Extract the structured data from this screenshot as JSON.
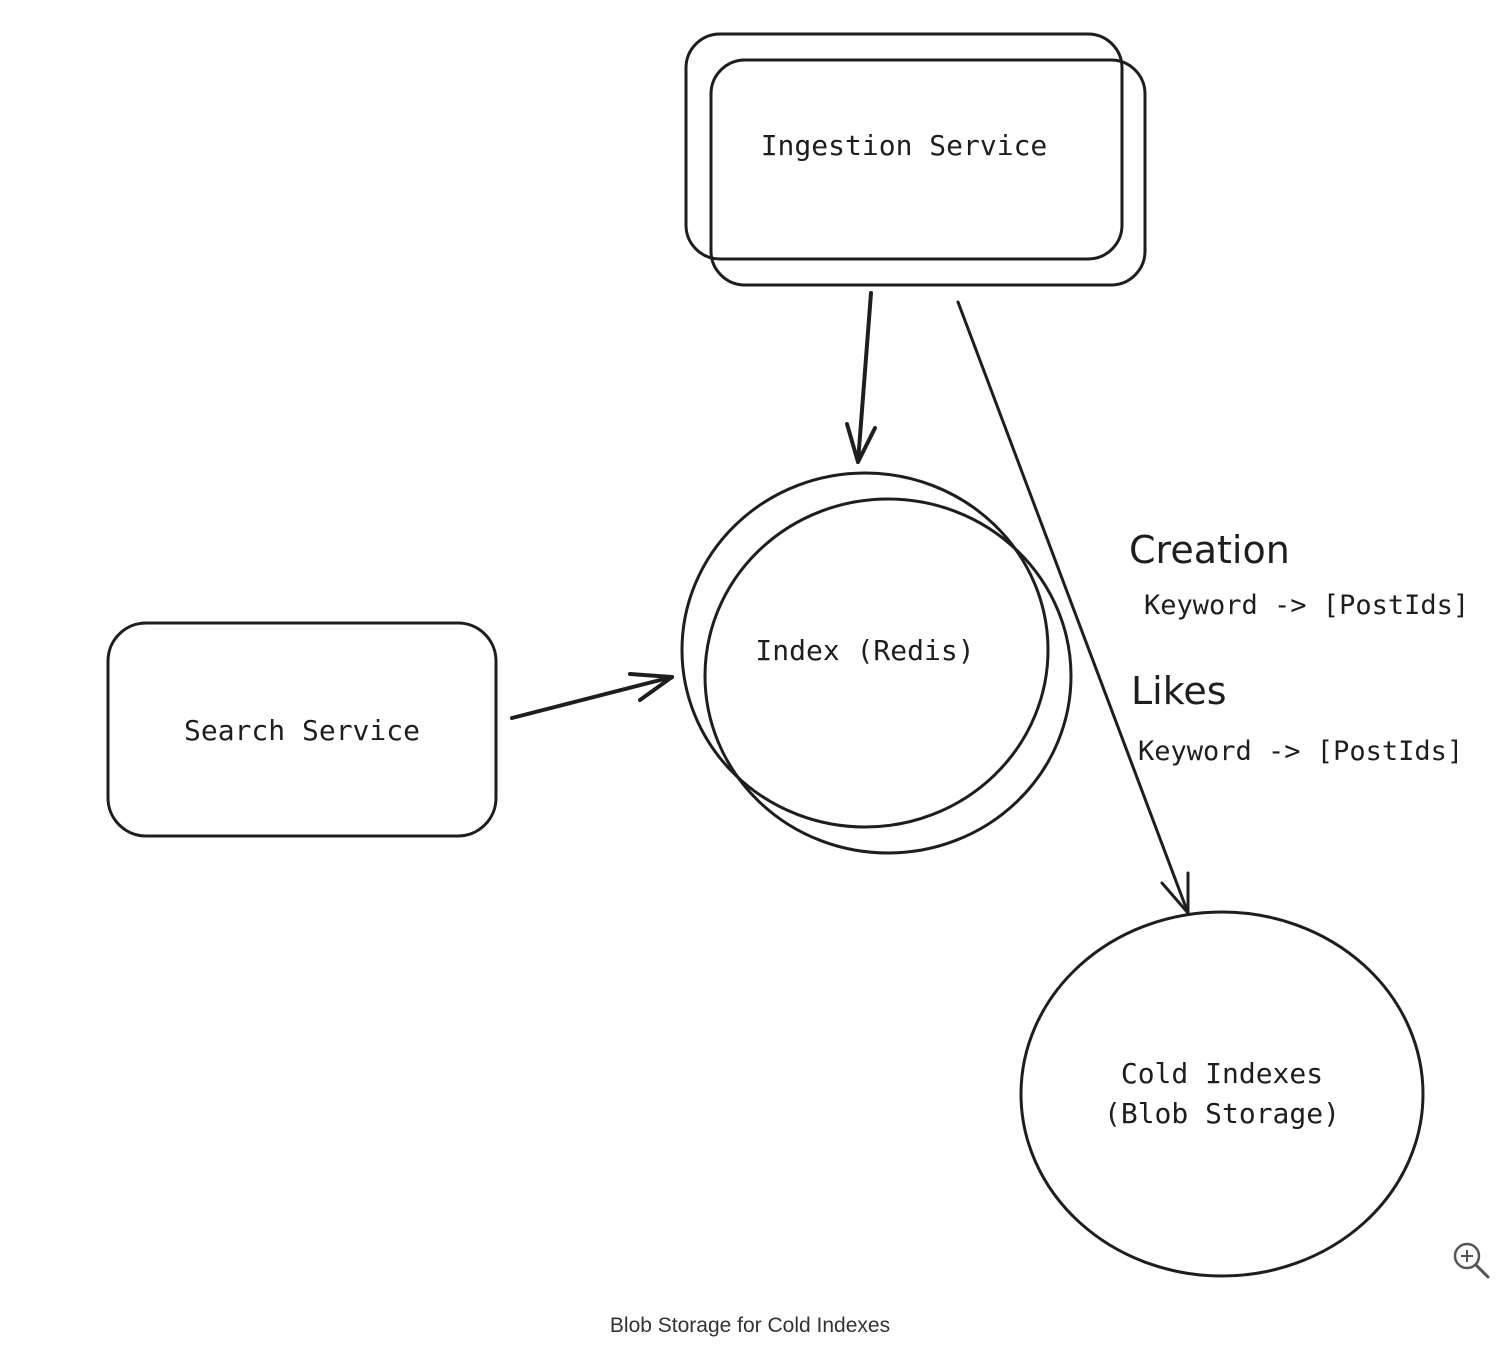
{
  "diagram": {
    "nodes": {
      "ingestion": {
        "label": "Ingestion Service",
        "shape": "rounded-rectangle"
      },
      "search": {
        "label": "Search Service",
        "shape": "rounded-rectangle"
      },
      "index": {
        "label": "Index (Redis)",
        "shape": "circle"
      },
      "cold": {
        "label_line1": "Cold Indexes",
        "label_line2": "(Blob Storage)",
        "shape": "circle"
      }
    },
    "edges": [
      {
        "from": "Ingestion Service",
        "to": "Index (Redis)"
      },
      {
        "from": "Ingestion Service",
        "to": "Cold Indexes (Blob Storage)"
      },
      {
        "from": "Search Service",
        "to": "Index (Redis)"
      }
    ],
    "annotations": {
      "creation_title": "Creation",
      "creation_mapping": "Keyword -> [PostIds]",
      "likes_title": "Likes",
      "likes_mapping": "Keyword -> [PostIds]"
    },
    "stroke_color": "#1e1e1e"
  },
  "caption": "Blob Storage for Cold Indexes",
  "zoom_icon": "zoom-in-icon"
}
